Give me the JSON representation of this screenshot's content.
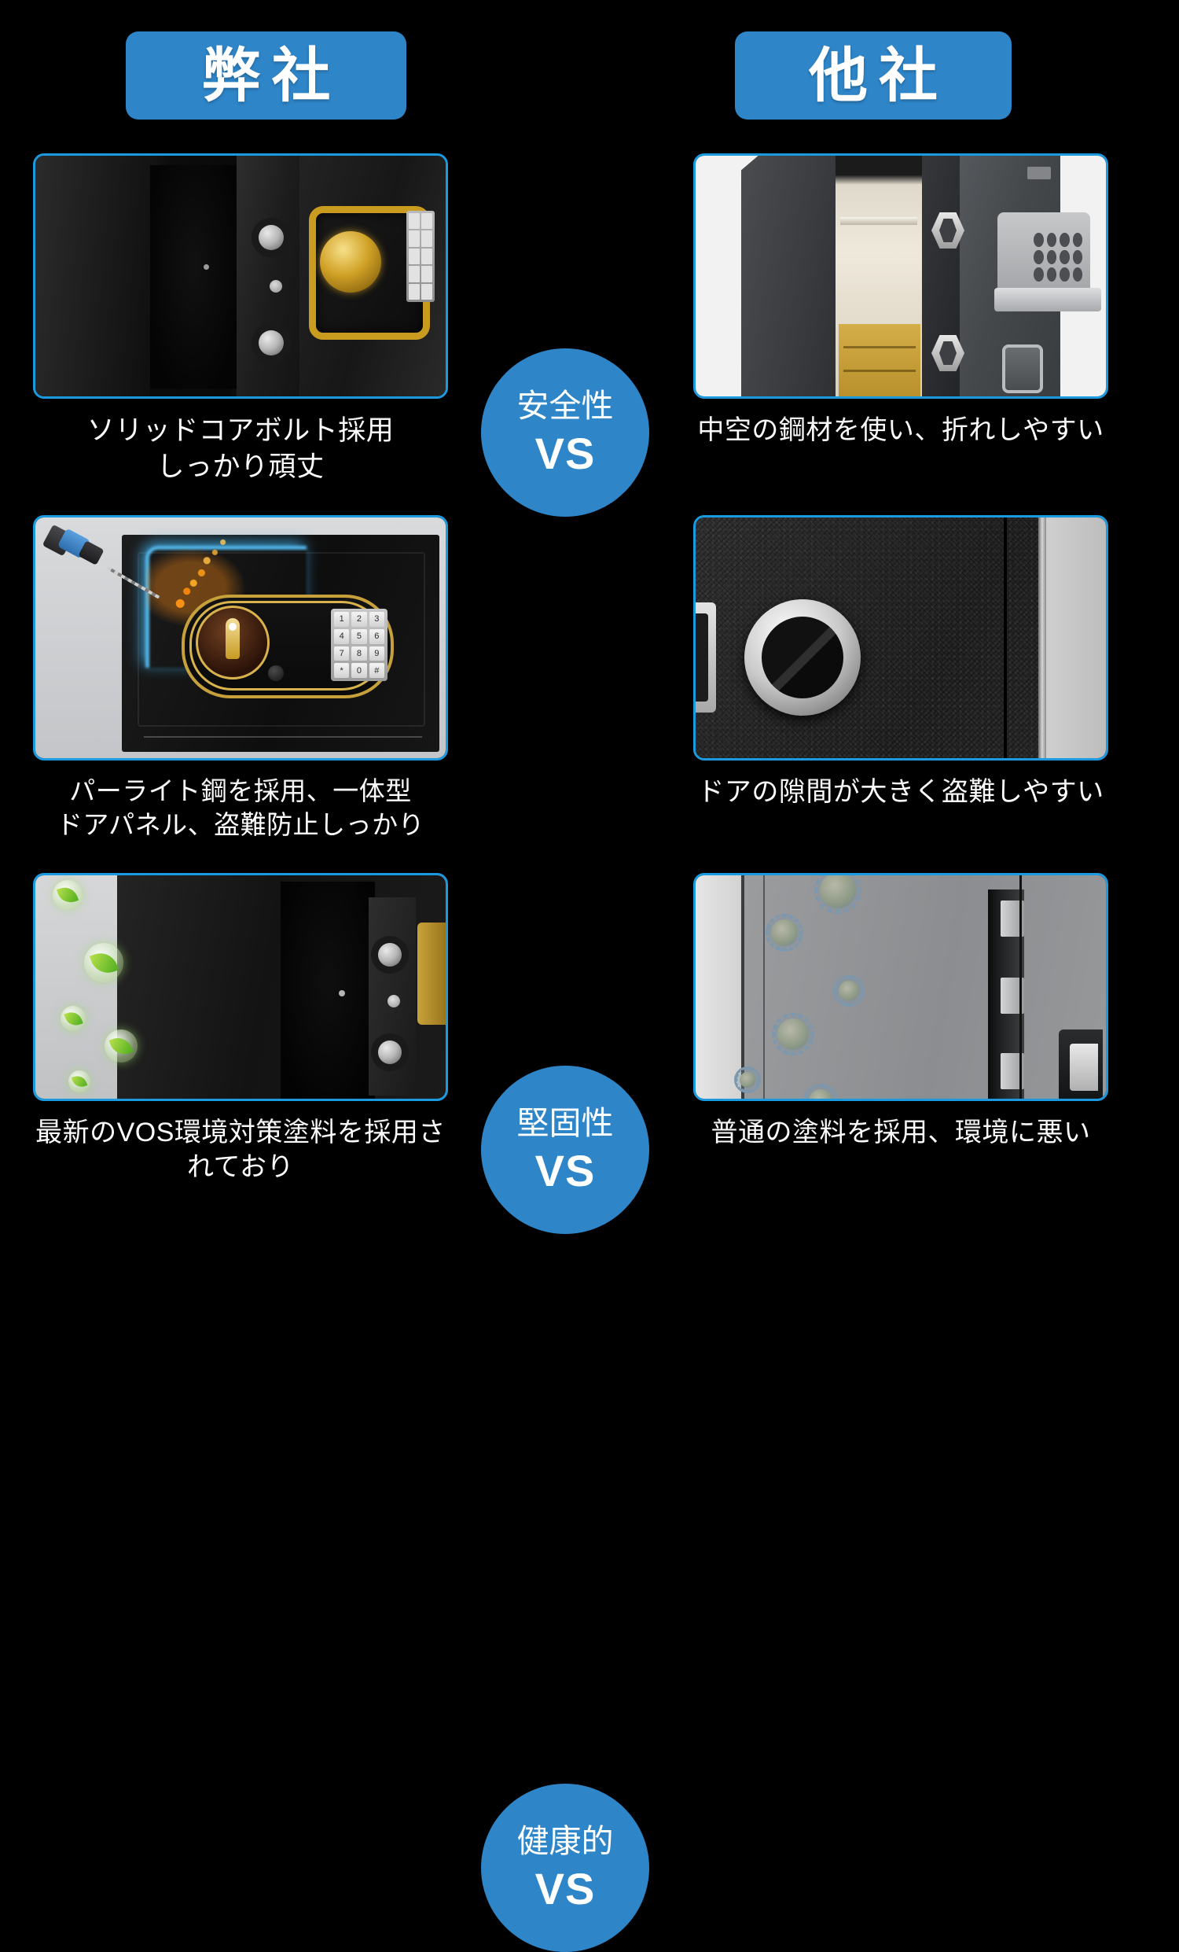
{
  "header": {
    "ours_label": "弊社",
    "other_label": "他社"
  },
  "comparisons": [
    {
      "vs_label": "安全性",
      "vs_word": "VS",
      "ours_caption": "ソリッドコアボルト採用\nしっかり頑丈",
      "other_caption": "中空の鋼材を使い、折れしやすい",
      "ours_image": "black-safe-solid-bolts-gold-lock",
      "other_image": "gray-safe-open-gold-bars-hex-bolts"
    },
    {
      "vs_label": "堅固性",
      "vs_word": "VS",
      "ours_caption": "パーライト鋼を採用、一体型\nドアパネル、盗難防止しっかり",
      "other_caption": "ドアの隙間が大きく盗難しやすい",
      "ours_image": "drill-attacking-safe-sparks-keypad",
      "other_image": "black-textured-door-chrome-lock-gap"
    },
    {
      "vs_label": "健康的",
      "vs_word": "VS",
      "ours_caption": "最新のVOS環境対策塗料を採用されており",
      "other_caption": "普通の塗料を採用、環境に悪い",
      "ours_image": "black-safe-open-door-green-eco-leaves",
      "other_image": "gray-safe-panel-germs-hinge"
    }
  ],
  "keypad_keys": [
    "1",
    "2",
    "3",
    "4",
    "5",
    "6",
    "7",
    "8",
    "9",
    "*",
    "0",
    "#"
  ],
  "colors": {
    "background": "#000000",
    "accent_blue": "#2e85c8",
    "frame_blue": "#1b9ae0",
    "text_white": "#ffffff",
    "gold": "#d0a126",
    "eco_green": "#4fae20"
  }
}
